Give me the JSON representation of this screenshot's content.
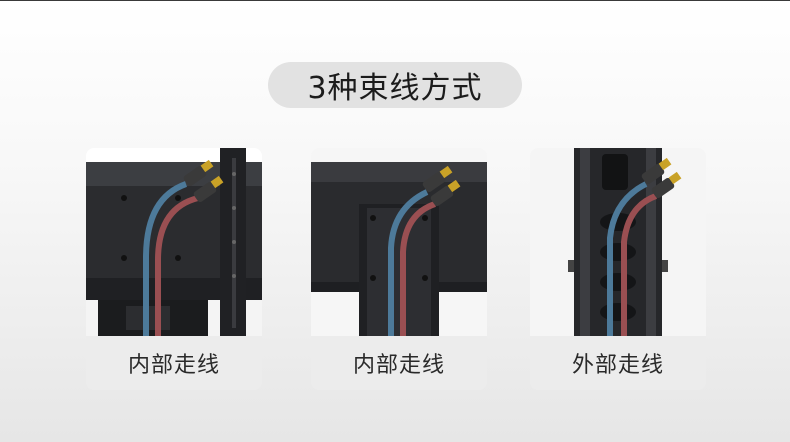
{
  "header": {
    "title": "3种束线方式"
  },
  "cards": [
    {
      "caption": "内部走线"
    },
    {
      "caption": "内部走线"
    },
    {
      "caption": "外部走线"
    }
  ]
}
